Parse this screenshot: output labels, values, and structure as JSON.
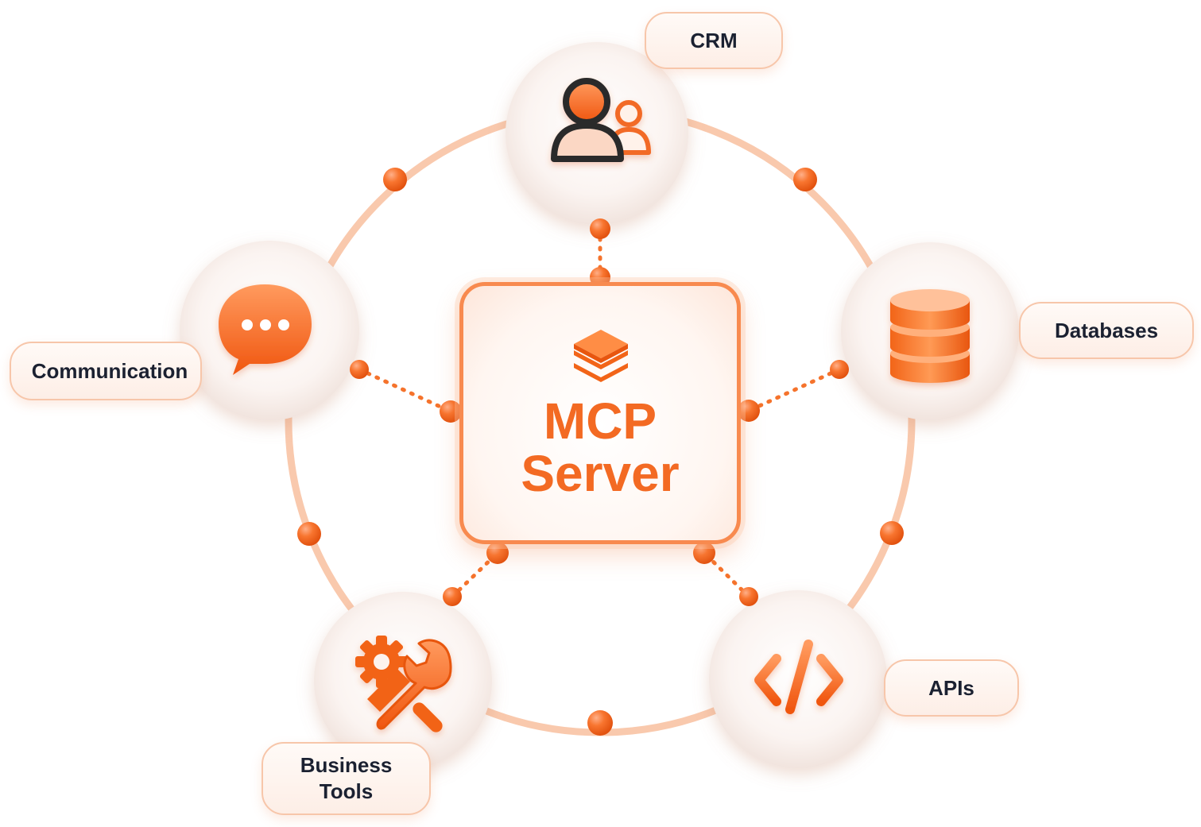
{
  "center": {
    "title_line1": "MCP",
    "title_line2": "Server",
    "icon": "stacked-layers-icon"
  },
  "nodes": [
    {
      "id": "crm",
      "label": "CRM",
      "icon": "users-icon"
    },
    {
      "id": "databases",
      "label": "Databases",
      "icon": "database-icon"
    },
    {
      "id": "apis",
      "label": "APIs",
      "icon": "code-brackets-icon"
    },
    {
      "id": "business-tools",
      "label_line1": "Business",
      "label_line2": "Tools",
      "icon": "gear-wrench-icon"
    },
    {
      "id": "communication",
      "label": "Communication",
      "icon": "chat-bubble-icon"
    }
  ],
  "colors": {
    "accent": "#f36a23",
    "ring": "#f9c9ad",
    "label_text": "#1b2131",
    "icon_dark": "#2b2b2b"
  }
}
